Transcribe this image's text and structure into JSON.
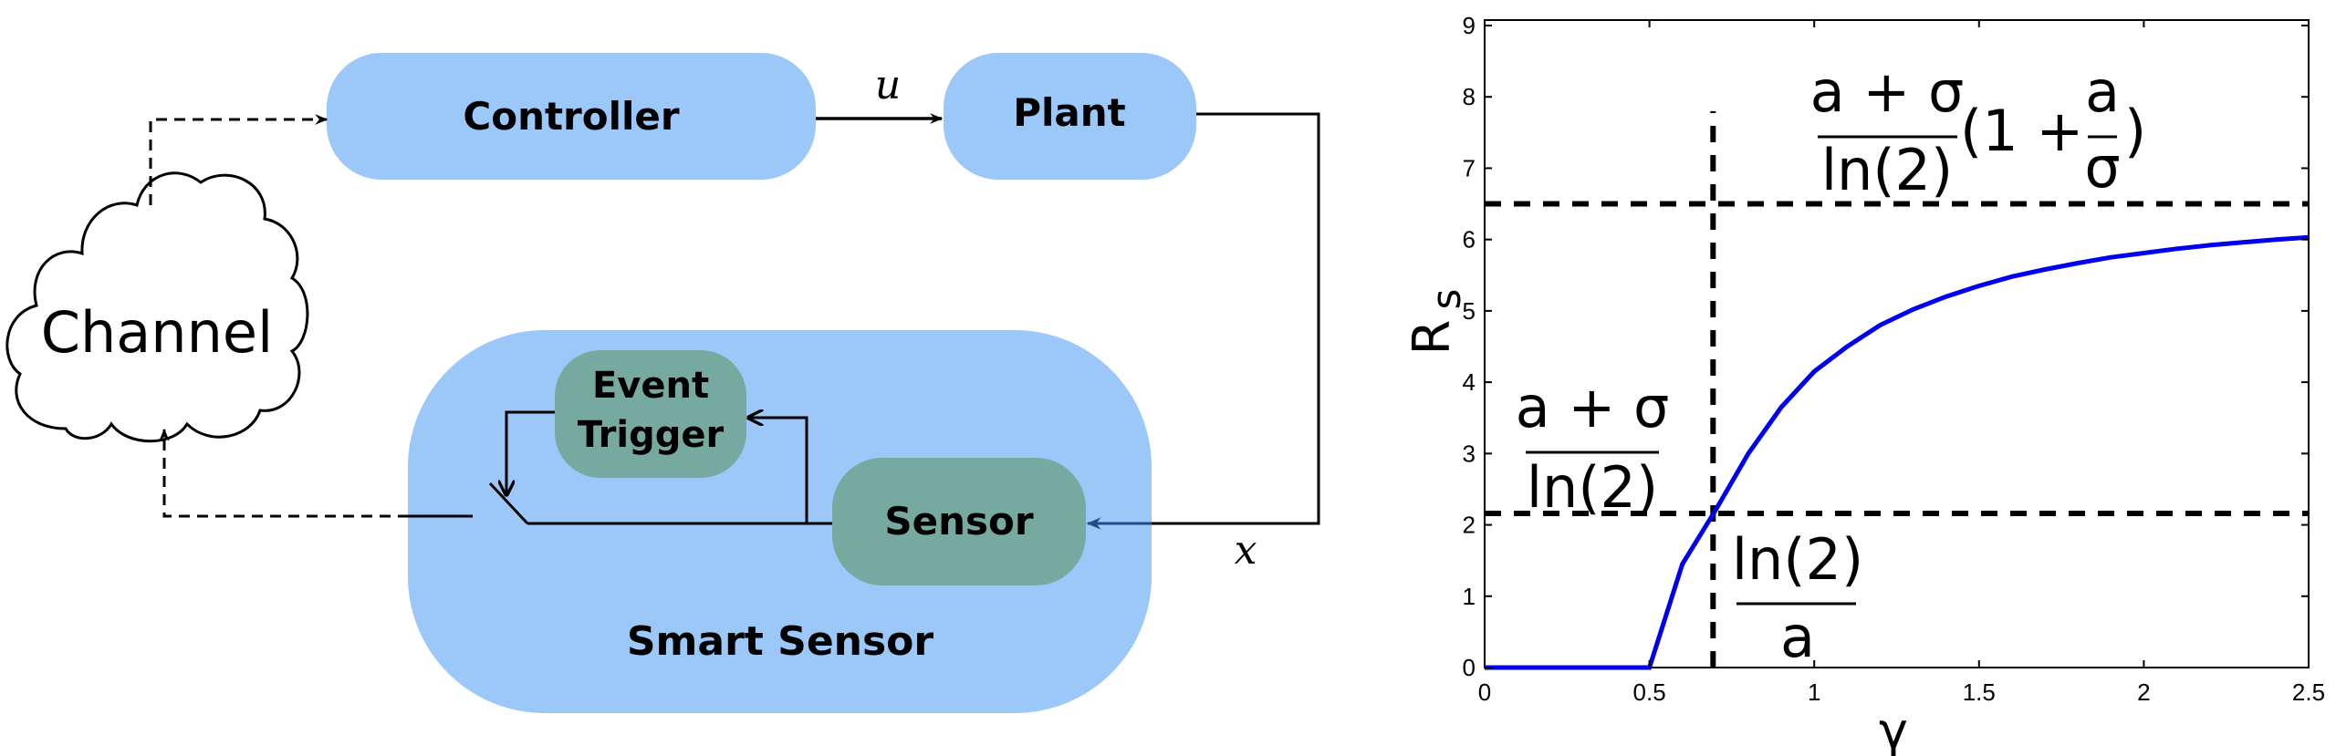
{
  "colors": {
    "block_blue": "#9bc8f9",
    "block_green": "#76a9a0",
    "line": "#000000",
    "sensor_input_arrow": "#1f4b86",
    "curve": "#0000ee"
  },
  "diagram": {
    "controller_label": "Controller",
    "plant_label": "Plant",
    "channel_label": "Channel",
    "event_trigger_label_line1": "Event",
    "event_trigger_label_line2": "Trigger",
    "sensor_label": "Sensor",
    "smart_sensor_label": "Smart Sensor",
    "control_signal_label": "u",
    "state_signal_label": "x"
  },
  "chart_data": {
    "type": "line",
    "title": "",
    "xlabel": "γ",
    "ylabel": "R",
    "ylabel_subscript": "s",
    "xlim": [
      0,
      2.5
    ],
    "ylim": [
      0,
      9
    ],
    "xticks": [
      0,
      0.5,
      1,
      1.5,
      2,
      2.5
    ],
    "xtick_labels": [
      "0",
      "0.5",
      "1",
      "1.5",
      "2",
      "2.5"
    ],
    "yticks": [
      0,
      1,
      2,
      3,
      4,
      5,
      6,
      7,
      8,
      9
    ],
    "ytick_labels": [
      "0",
      "1",
      "2",
      "3",
      "4",
      "5",
      "6",
      "7",
      "8",
      "9"
    ],
    "grid": false,
    "series": [
      {
        "name": "R_s(γ)",
        "x": [
          0,
          0.5,
          0.6,
          0.7,
          0.8,
          0.9,
          1.0,
          1.1,
          1.2,
          1.3,
          1.4,
          1.5,
          1.6,
          1.7,
          1.8,
          1.9,
          2.0,
          2.1,
          2.2,
          2.3,
          2.4,
          2.5
        ],
        "y": [
          0,
          0,
          1.45,
          2.2,
          3.0,
          3.65,
          4.15,
          4.5,
          4.8,
          5.02,
          5.2,
          5.35,
          5.48,
          5.58,
          5.67,
          5.75,
          5.81,
          5.87,
          5.92,
          5.96,
          6.0,
          6.03
        ]
      }
    ],
    "reference_lines": [
      {
        "orientation": "horizontal",
        "value": 6.5,
        "style": "dashed",
        "label": "upper-asymptote"
      },
      {
        "orientation": "horizontal",
        "value": 2.16,
        "style": "dashed",
        "label": "lower-level"
      },
      {
        "orientation": "vertical",
        "value": 0.693,
        "y_extent": [
          0,
          7.8
        ],
        "style": "dashed",
        "label": "ln2-over-a"
      }
    ],
    "annotations": {
      "upper": {
        "numerator": "a + σ",
        "denominator": "ln(2)",
        "factor_open": "(1 + ",
        "inner_numerator": "a",
        "inner_denominator": "σ",
        "factor_close": ")"
      },
      "lower_left": {
        "numerator": "a + σ",
        "denominator": "ln(2)"
      },
      "vertical": {
        "numerator": "ln(2)",
        "denominator": "a"
      }
    }
  }
}
